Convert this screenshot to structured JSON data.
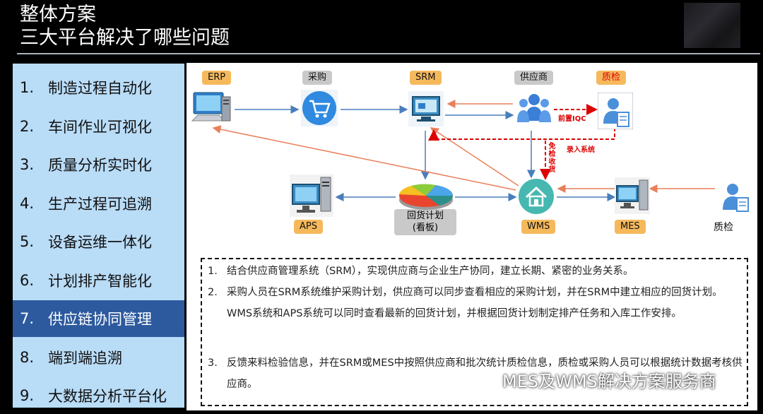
{
  "title": {
    "line1": "整体方案",
    "line2": "三大平台解决了哪些问题"
  },
  "sidebar": {
    "items": [
      {
        "num": "1.",
        "label": "制造过程自动化"
      },
      {
        "num": "2.",
        "label": "车间作业可视化"
      },
      {
        "num": "3.",
        "label": "质量分析实时化"
      },
      {
        "num": "4.",
        "label": "生产过程可追溯"
      },
      {
        "num": "5.",
        "label": "设备运维一体化"
      },
      {
        "num": "6.",
        "label": "计划排产智能化"
      },
      {
        "num": "7.",
        "label": "供应链协同管理"
      },
      {
        "num": "8.",
        "label": "端到端追溯"
      },
      {
        "num": "9.",
        "label": "大数据分析平台化"
      }
    ],
    "active_index": 6
  },
  "diagram": {
    "nodes": {
      "erp": "ERP",
      "purchase": "采购",
      "srm": "SRM",
      "supplier": "供应商",
      "qc_top": "质检",
      "aps": "APS",
      "plan_line1": "回货计划",
      "plan_line2": "(看板)",
      "wms": "WMS",
      "mes": "MES",
      "qc_bottom": "质检"
    },
    "annotations": {
      "pre_iqc": "前置IQC",
      "entry_system": "录入系统",
      "vertical_note": "免检收货"
    },
    "colors": {
      "label_orange": "#f5b95c",
      "label_gray": "#c9c9c9",
      "flow_blue": "#4a7ebb",
      "feedback_orange": "#e8805a",
      "qc_red": "#d00000",
      "active_menu": "#2d5a9e",
      "sidebar_bg": "#b9dcf7"
    }
  },
  "description": {
    "items": [
      {
        "num": "1.",
        "text": "结合供应商管理系统（SRM），实现供应商与企业生产协同，建立长期、紧密的业务关系。"
      },
      {
        "num": "2.",
        "text": "采购人员在SRM系统维护采购计划，供应商可以同步查看相应的采购计划，并在SRM中建立相应的回货计划。WMS系统和APS系统可以同时查看最新的回货计划，并根据回货计划制定排产任务和入库工作安排。"
      },
      {
        "num": "3.",
        "text": "反馈来料检验信息，并在SRM或MES中按照供应商和批次统计质检信息，质检或采购人员可以根据统计数据考核供应商。"
      }
    ]
  },
  "watermark": "MES及WMS解决方案服务商"
}
